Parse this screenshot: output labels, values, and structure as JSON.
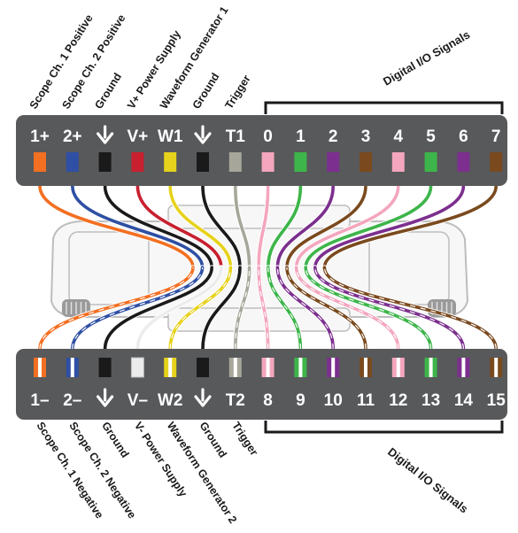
{
  "colors": {
    "connector": "#58595b",
    "orange": "#f36f21",
    "blue": "#2e4fa3",
    "black": "#1a1a1a",
    "red": "#c8202f",
    "yellow": "#e6d21c",
    "gray": "#a6a69a",
    "white": "#ececec",
    "pink": "#f3a6bd",
    "green": "#3db54a",
    "purple": "#7c2f8e",
    "brown": "#7a4a1e"
  },
  "top_connector": {
    "pins": [
      {
        "label": "1+",
        "color": "orange",
        "pattern": "solid"
      },
      {
        "label": "2+",
        "color": "blue",
        "pattern": "solid"
      },
      {
        "label": "ground-icon",
        "color": "black",
        "pattern": "solid"
      },
      {
        "label": "V+",
        "color": "red",
        "pattern": "solid"
      },
      {
        "label": "W1",
        "color": "yellow",
        "pattern": "solid"
      },
      {
        "label": "ground-icon",
        "color": "black",
        "pattern": "solid"
      },
      {
        "label": "T1",
        "color": "gray",
        "pattern": "solid"
      },
      {
        "label": "0",
        "color": "pink",
        "pattern": "solid"
      },
      {
        "label": "1",
        "color": "green",
        "pattern": "solid"
      },
      {
        "label": "2",
        "color": "purple",
        "pattern": "solid"
      },
      {
        "label": "3",
        "color": "brown",
        "pattern": "solid"
      },
      {
        "label": "4",
        "color": "pink",
        "pattern": "solid"
      },
      {
        "label": "5",
        "color": "green",
        "pattern": "solid"
      },
      {
        "label": "6",
        "color": "purple",
        "pattern": "solid"
      },
      {
        "label": "7",
        "color": "brown",
        "pattern": "solid"
      }
    ],
    "signal_labels": [
      "Scope Ch. 1 Positive",
      "Scope Ch. 2 Positive",
      "Ground",
      "V+ Power Supply",
      "Waveform Generator 1",
      "Ground",
      "Trigger"
    ],
    "group_label": "Digital I/O Signals"
  },
  "bottom_connector": {
    "pins": [
      {
        "label": "1–",
        "color": "orange",
        "pattern": "striped"
      },
      {
        "label": "2–",
        "color": "blue",
        "pattern": "striped"
      },
      {
        "label": "ground-icon",
        "color": "black",
        "pattern": "solid"
      },
      {
        "label": "V–",
        "color": "white",
        "pattern": "solid"
      },
      {
        "label": "W2",
        "color": "yellow",
        "pattern": "striped"
      },
      {
        "label": "ground-icon",
        "color": "black",
        "pattern": "solid"
      },
      {
        "label": "T2",
        "color": "gray",
        "pattern": "striped"
      },
      {
        "label": "8",
        "color": "pink",
        "pattern": "striped"
      },
      {
        "label": "9",
        "color": "green",
        "pattern": "striped"
      },
      {
        "label": "10",
        "color": "purple",
        "pattern": "striped"
      },
      {
        "label": "11",
        "color": "brown",
        "pattern": "striped"
      },
      {
        "label": "12",
        "color": "pink",
        "pattern": "striped"
      },
      {
        "label": "13",
        "color": "green",
        "pattern": "striped"
      },
      {
        "label": "14",
        "color": "purple",
        "pattern": "striped"
      },
      {
        "label": "15",
        "color": "brown",
        "pattern": "striped"
      }
    ],
    "signal_labels": [
      "Scope Ch. 1 Negative",
      "Scope Ch. 2 Negative",
      "Ground",
      "V- Power Supply",
      "Waveform Generator 2",
      "Ground",
      "Trigger"
    ],
    "group_label": "Digital I/O Signals"
  }
}
